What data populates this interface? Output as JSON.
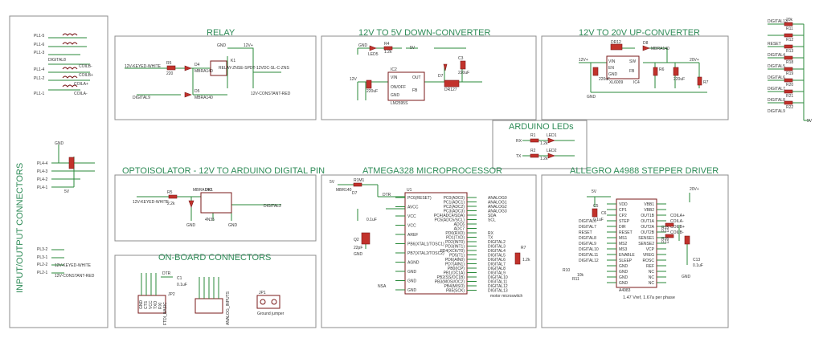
{
  "sections": {
    "io_connectors": "INPUT/OUTPUT CONNECTORS",
    "relay": "RELAY",
    "down_converter": "12V TO 5V DOWN-CONVERTER",
    "up_converter": "12V TO 20V UP-CONVERTER",
    "arduino_leds": "ARDUINO LEDs",
    "optoisolator": "OPTOISOLATOR - 12V TO ARDUINO DIGITAL PIN",
    "atmega": "ATMEGA328 MICROPROCESSOR",
    "allegro": "ALLEGRO A4988 STEPPER DRIVER",
    "onboard": "ON-BOARD CONNECTORS"
  },
  "io": {
    "top_connectors": [
      "PL1-5",
      "PL1-6",
      "PL1-3",
      "PL1-4",
      "PL1-2",
      "PL1-1"
    ],
    "top_labels": [
      "DIGITAL8",
      "COILB-",
      "COILB+",
      "COILA+",
      "COILA-"
    ],
    "mid_connectors": [
      "PL4-4",
      "PL4-3",
      "PL4-2",
      "PL4-1"
    ],
    "mid_labels": [
      "GND",
      "5V"
    ],
    "bot_connectors": [
      "PL3-2",
      "PL3-1",
      "PL2-2",
      "PL2-1"
    ],
    "bot_labels": [
      "12V-KEYED-WHITE",
      "12V-CONSTANT-RED"
    ]
  },
  "relay": {
    "labels": [
      "12V-KEYED-WHITE",
      "DIGITAL9",
      "12V+",
      "K1",
      "RELAY-ZNSE-SPDT-12VDC-SL-C-ZNS",
      "12V-CONSTANT-RED",
      "D4",
      "D5",
      "MBRA140",
      "MBRA140",
      "R5",
      "220",
      "GND"
    ]
  },
  "down": {
    "labels": [
      "GND",
      "LED5",
      "R4",
      "1.2k",
      "5V",
      "12V",
      "IC2",
      "LM2595S",
      "VIN",
      "OUT",
      "FB",
      "ON/OFF",
      "GND",
      "220uF",
      "D7",
      "DR127",
      "C3",
      "220uF"
    ]
  },
  "up": {
    "labels": [
      "DR12",
      "D8",
      "MBRA140",
      "12V+",
      "20V+",
      "VIN",
      "EN",
      "GND",
      "SW",
      "FB",
      "XL6009",
      "IC4",
      "220uF",
      "220uF",
      "GND",
      "R6",
      "R7"
    ]
  },
  "right_net": {
    "labels": [
      "DIGITAL13",
      "RESET",
      "DIGITAL4",
      "DIGITAL5",
      "DIGITAL6",
      "DIGITAL7",
      "DIGITAL8",
      "DIGITAL9"
    ],
    "resistors": [
      "R11",
      "R12",
      "R13",
      "R18",
      "R19",
      "R20",
      "R21",
      "R22"
    ],
    "value": "20k",
    "net": "5V"
  },
  "leds": {
    "labels": [
      "RX",
      "TX",
      "R1",
      "R2",
      "1.2k",
      "1.2k",
      "LED1",
      "LED2"
    ]
  },
  "opto": {
    "labels": [
      "12V-KEYED-WHITE",
      "R5",
      "2.2k",
      "MBRA140",
      "OK1",
      "4N35",
      "GND",
      "GND",
      "DIGITAL2"
    ]
  },
  "atmega": {
    "left_pins": [
      "PC6(RESET)",
      "AVCC",
      "VCC",
      "VCC",
      "AREF",
      "PB6(XTAL1/TOSC1)",
      "PB7(XTAL2/TOSC2)",
      "AGND",
      "GND",
      "GND",
      "GND"
    ],
    "right_pins": [
      "PC0(ADC0)",
      "PC1(ADC1)",
      "PC2(ADC2)",
      "PC3(ADC3)",
      "PC4(ADC4/SDA)",
      "PC5(ADC5/SCL)",
      "ADC6",
      "ADC7",
      "PD0(RXD)",
      "PD1(TXD)",
      "PD2(INT0)",
      "PD3(INT1)",
      "PD4(XCK/T0)",
      "PD5(T1)",
      "PD6(AIN0)",
      "PD7(AIN1)",
      "PB0(ICP)",
      "PB1(OC1A)",
      "PB2(SS/OC1B)",
      "PB3(MOSI/OC2)",
      "PB4(MISO)",
      "PB5(SCK)"
    ],
    "nets": [
      "ANALOG0",
      "ANALOG1",
      "ANALOG2",
      "ANALOG3",
      "SDA",
      "SCL",
      "RX",
      "TX",
      "DIGITAL2",
      "DIGITAL3",
      "DIGITAL4",
      "DIGITAL5",
      "DIGITAL6",
      "DIGITAL7",
      "DIGITAL8",
      "DIGITAL9",
      "DIGITAL10",
      "DIGITAL11",
      "DIGITAL12",
      "DIGITAL13"
    ],
    "misc": [
      "5V",
      "R1M1",
      "MBR140",
      "D7",
      "DTR",
      "U1",
      "Q2",
      "22pF",
      "0.1uF",
      "NSA",
      "GND",
      "R7",
      "1.2k"
    ],
    "switch_label": "motor microswitch"
  },
  "a4988": {
    "left_pins": [
      "VDD",
      "CP1",
      "CP2",
      "STEP",
      "DIR",
      "RESET",
      "MS1",
      "MS2",
      "MS3",
      "ENABLE",
      "SLEEP",
      "GND",
      "GND",
      "GND",
      "GND"
    ],
    "right_pins": [
      "VBB1",
      "VBB2",
      "OUT1B",
      "OUT1A",
      "OUT2A",
      "OUT2B",
      "SENSE1",
      "SENSE2",
      "VCP",
      "VREG",
      "ROSC",
      "REF",
      "NC",
      "NC",
      "NC"
    ],
    "nets": [
      "DIGITAL6",
      "DIGITAL7",
      "RESET",
      "DIGITAL8",
      "DIGITAL9",
      "DIGITAL10",
      "DIGITAL11",
      "DIGITAL12",
      "COILA+",
      "COILA-",
      "COILB+",
      "COILB-",
      "20V+",
      "5V"
    ],
    "misc": [
      "A4983",
      "C5",
      "0.1uF",
      "C6",
      "R15",
      "0.11",
      "R16",
      "0.11",
      "C13",
      "0.1uF",
      "R10",
      "R11",
      "10k",
      "GND"
    ],
    "note": "1.47 Vref, 1.67a per phase"
  },
  "onboard": {
    "labels": [
      "GND",
      "CTS",
      "VCC",
      "TXO",
      "RXI",
      "DTR",
      "FTDI_BASIC",
      "JP2",
      "C1",
      "0.1uF",
      "ANALOG_INPUTS",
      "JP1",
      "Ground jumper"
    ]
  }
}
